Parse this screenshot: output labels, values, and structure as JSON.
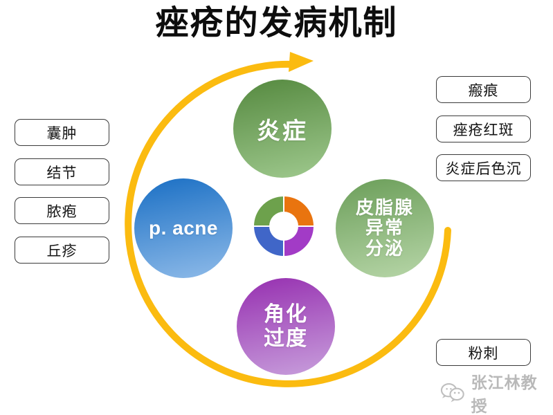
{
  "title": "痤疮的发病机制",
  "left_boxes": [
    "囊肿",
    "结节",
    "脓疱",
    "丘疹"
  ],
  "right_boxes": [
    "瘢痕",
    "痤疮红斑",
    "炎症后色沉"
  ],
  "bottom_right_box": "粉刺",
  "circles": {
    "inflammation": {
      "label": "炎症",
      "color_top": "#55893F",
      "color_bottom": "#9FC98E"
    },
    "pacne": {
      "label": "p. acne",
      "color_top": "#1A6FC4",
      "color_bottom": "#8FBBE9"
    },
    "sebaceous": {
      "lines": [
        "皮脂腺",
        "异常",
        "分泌"
      ],
      "color_top": "#6B9E59",
      "color_bottom": "#B7D6A8"
    },
    "keratinization": {
      "lines": [
        "角化",
        "过度"
      ],
      "color_top": "#962FB0",
      "color_bottom": "#C89FDC"
    }
  },
  "donut": {
    "top_left": "#6DA14C",
    "top_right": "#E9740F",
    "bottom_right": "#A23BC6",
    "bottom_left": "#4066C8"
  },
  "cycle_arrow": {
    "color": "#FBBB10"
  },
  "watermark": {
    "text": "张江林教授",
    "color": "#ADADAD"
  }
}
